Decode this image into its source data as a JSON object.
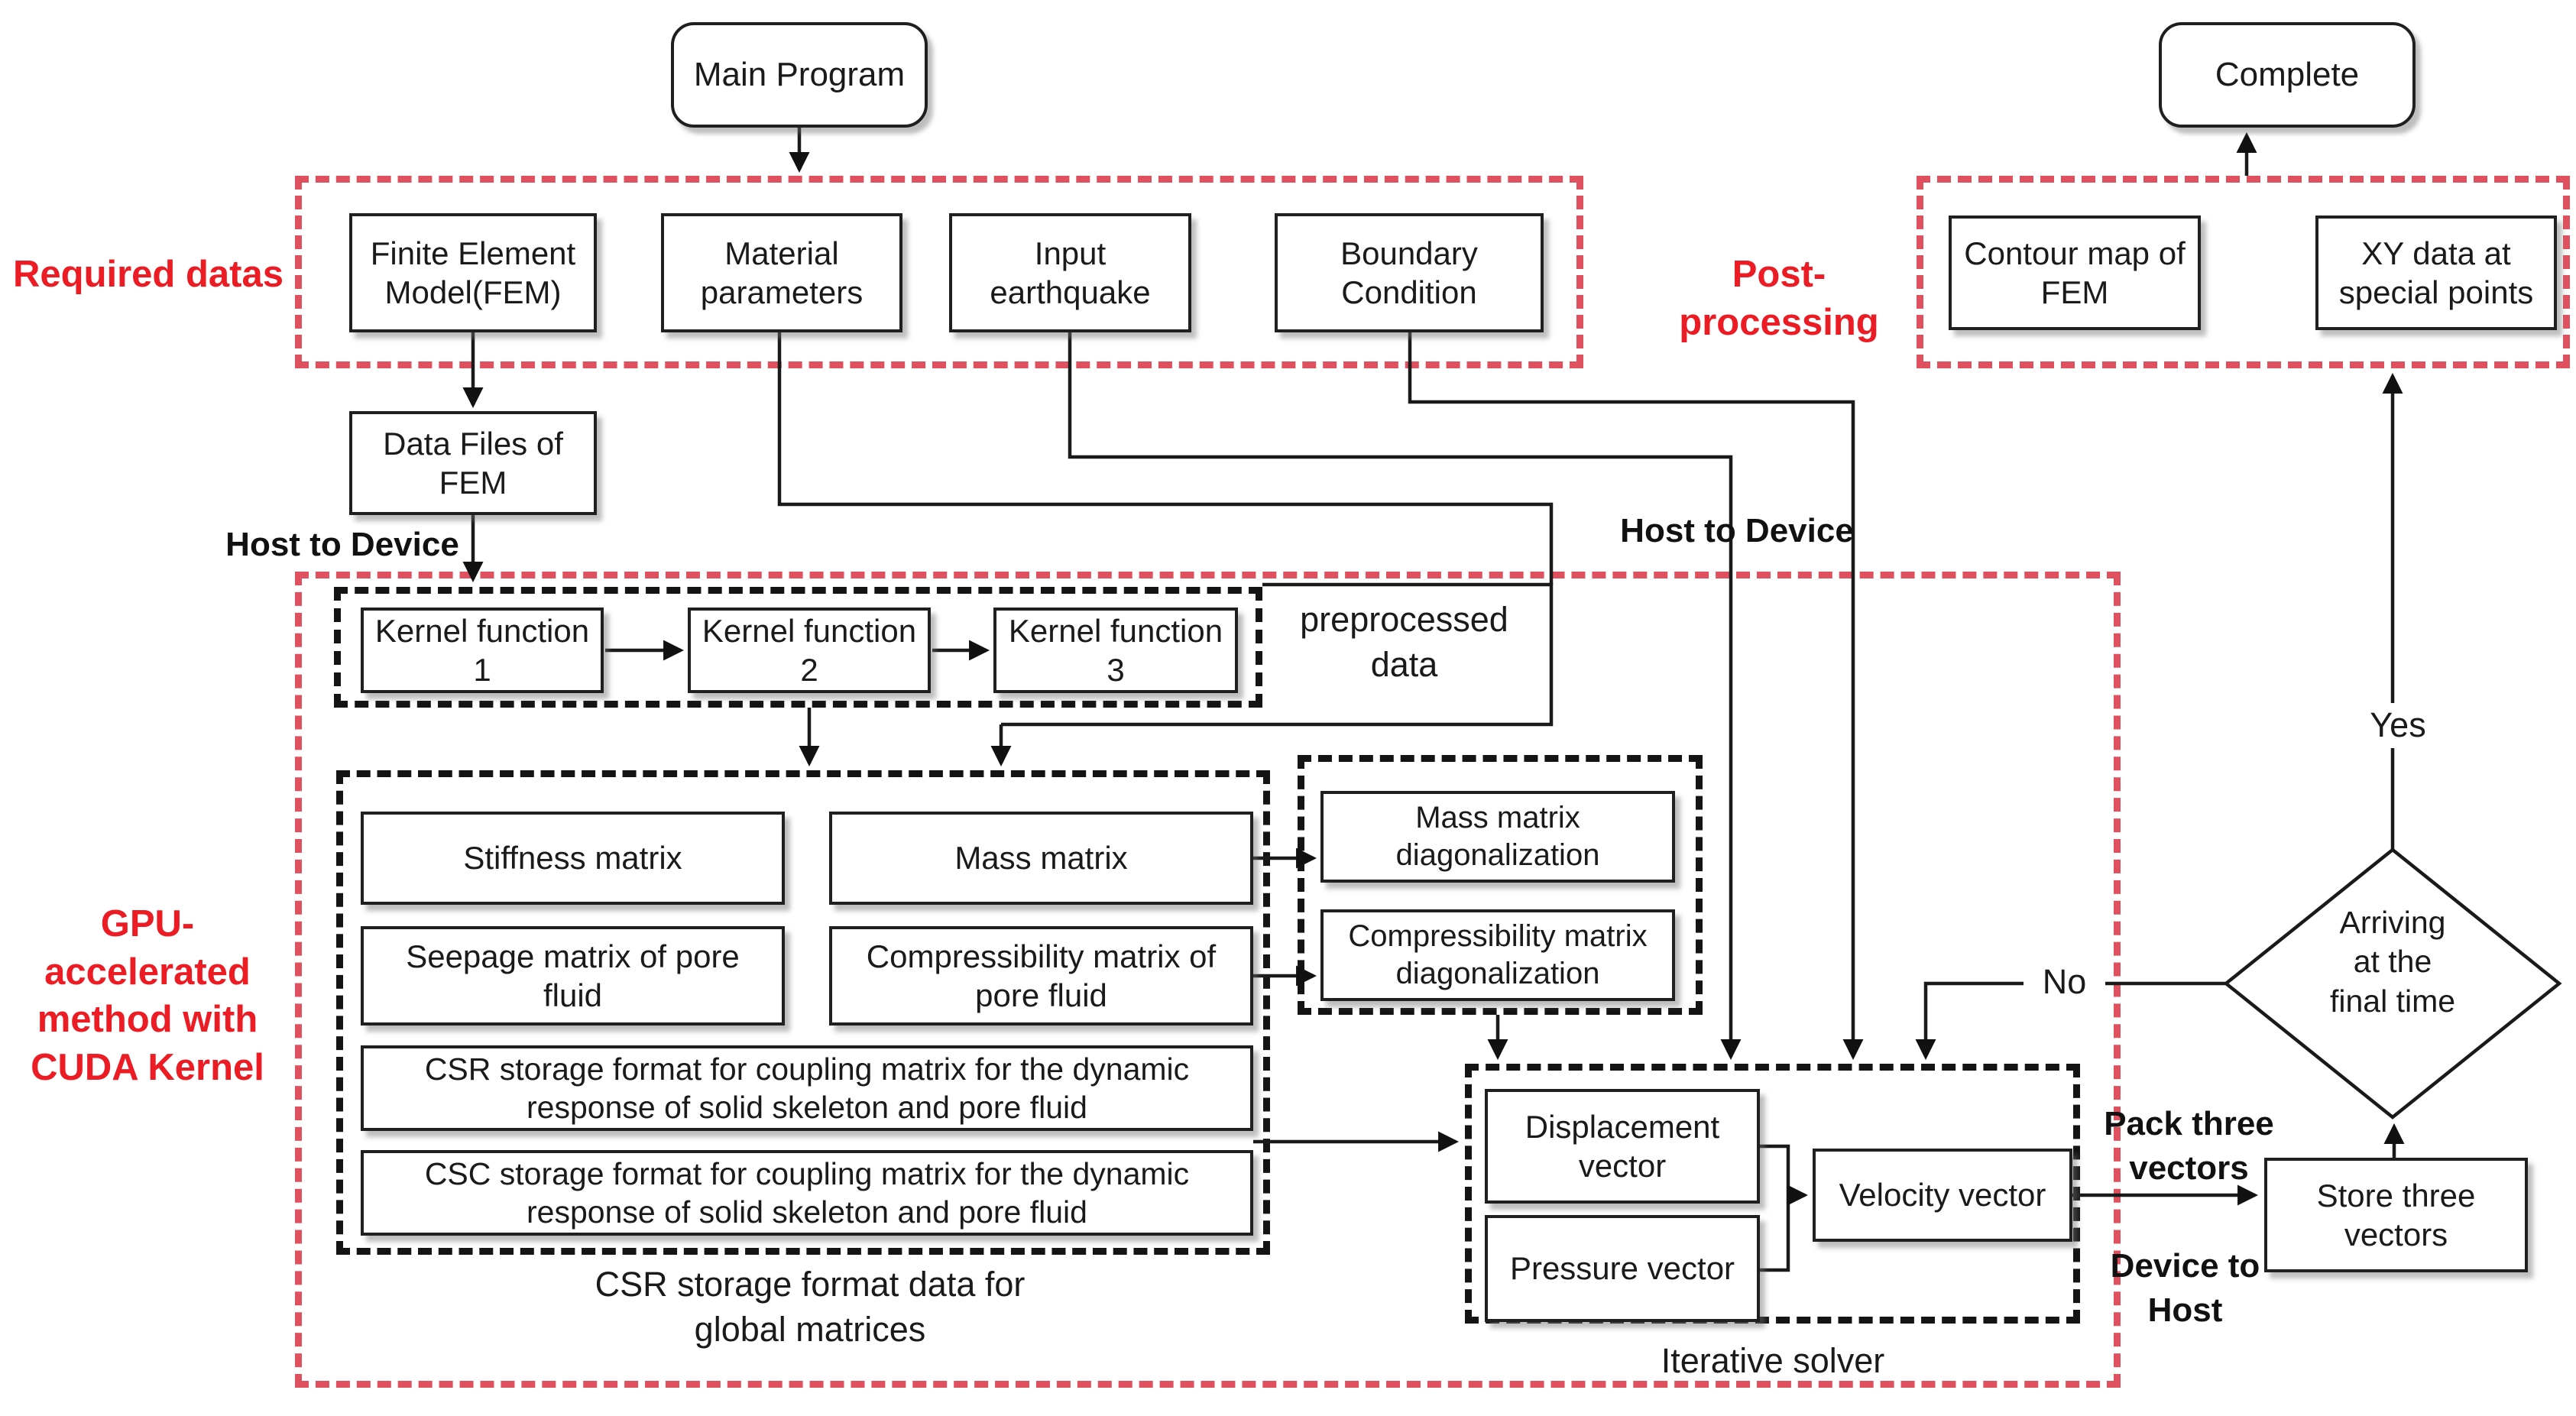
{
  "colors": {
    "section_label_red": "#ec1c24",
    "dashed_red": "#e0515f",
    "dashed_black": "#141414",
    "line_black": "#1a1a1a",
    "box_fill": "#ffffff"
  },
  "nodes": {
    "main": {
      "label": "Main Program"
    },
    "complete": {
      "label": "Complete"
    },
    "fem": {
      "label": "Finite Element Model(FEM)"
    },
    "material": {
      "label": "Material parameters"
    },
    "earthquake": {
      "label": "Input earthquake"
    },
    "boundary": {
      "label": "Boundary Condition"
    },
    "contour": {
      "label": "Contour map of FEM"
    },
    "xydata": {
      "label": "XY data at special points"
    },
    "datafiles": {
      "label": "Data Files of FEM"
    },
    "kernel1": {
      "label": "Kernel function 1"
    },
    "kernel2": {
      "label": "Kernel function 2"
    },
    "kernel3": {
      "label": "Kernel function 3"
    },
    "stiffness": {
      "label": "Stiffness matrix"
    },
    "mass": {
      "label": "Mass matrix"
    },
    "seepage": {
      "label": "Seepage matrix of pore fluid"
    },
    "compressibility": {
      "label": "Compressibility matrix of pore fluid"
    },
    "csr": {
      "label": "CSR storage format for coupling matrix for the dynamic response of solid skeleton and pore fluid"
    },
    "csc": {
      "label": "CSC storage format for coupling matrix for the dynamic response of solid skeleton and pore fluid"
    },
    "mass_diag": {
      "label": "Mass matrix diagonalization"
    },
    "comp_diag": {
      "label": "Compressibility matrix diagonalization"
    },
    "displacement": {
      "label": "Displacement vector"
    },
    "pressure": {
      "label": "Pressure vector"
    },
    "velocity": {
      "label": "Velocity vector"
    },
    "store": {
      "label": "Store three vectors"
    },
    "decision": {
      "label": "Arriving at the final time",
      "lines": [
        "Arriving",
        "at the",
        "final time"
      ]
    }
  },
  "labels": {
    "required": "Required datas",
    "post_processing": "Post-processing",
    "gpu_lines": [
      "GPU-accelerated",
      "method with",
      "CUDA Kernel"
    ],
    "host_to_device_left": "Host to Device",
    "host_to_device_right": "Host to Device",
    "preprocessed_lines": [
      "preprocessed",
      "data"
    ],
    "matrices_caption_lines": [
      "CSR storage format data for",
      "global matrices"
    ],
    "iterative_solver": "Iterative solver",
    "pack_lines": [
      "Pack three",
      "vectors"
    ],
    "device_to_host_lines": [
      "Device to",
      "Host"
    ],
    "yes": "Yes",
    "no": "No"
  }
}
